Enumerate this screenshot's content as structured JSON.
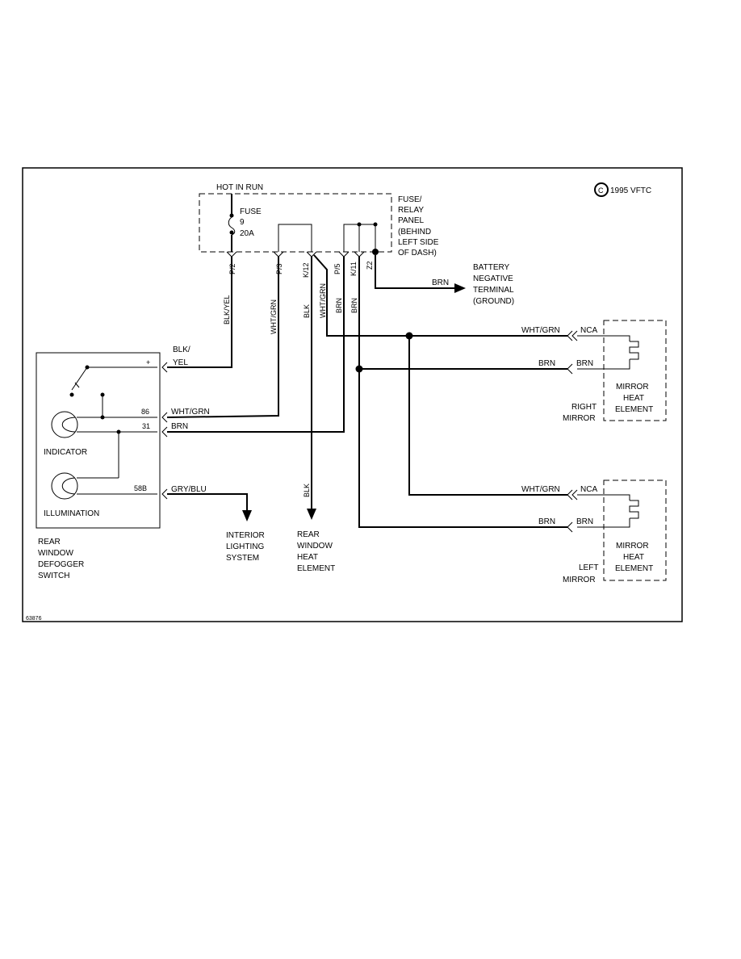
{
  "labels": {
    "hot_in_run": "HOT IN RUN",
    "fuse": "FUSE",
    "fuse_number": "9",
    "fuse_rating": "20A",
    "panel_line1": "FUSE/",
    "panel_line2": "RELAY",
    "panel_line3": "PANEL",
    "panel_line4": "(BEHIND",
    "panel_line5": "LEFT SIDE",
    "panel_line6": "OF DASH)",
    "copyright": "1995 VFTC",
    "copyright_symbol": "C",
    "battery_line1": "BATTERY",
    "battery_line2": "NEGATIVE",
    "battery_line3": "TERMINAL",
    "battery_line4": "(GROUND)",
    "indicator": "INDICATOR",
    "illumination": "ILLUMINATION",
    "switch_line1": "REAR",
    "switch_line2": "WINDOW",
    "switch_line3": "DEFOGGER",
    "switch_line4": "SWITCH",
    "interior_line1": "INTERIOR",
    "interior_line2": "LIGHTING",
    "interior_line3": "SYSTEM",
    "rear_heat_line1": "REAR",
    "rear_heat_line2": "WINDOW",
    "rear_heat_line3": "HEAT",
    "rear_heat_line4": "ELEMENT",
    "mirror_line1": "MIRROR",
    "mirror_line2": "HEAT",
    "mirror_line3": "ELEMENT",
    "right_line1": "RIGHT",
    "right_line2": "MIRROR",
    "left_line1": "LEFT",
    "left_line2": "MIRROR",
    "figure_id": "63876"
  },
  "connectors": {
    "p2": "P/2",
    "p3": "P/3",
    "k12": "K/12",
    "p5": "P/5",
    "k11": "K/11",
    "z2": "Z2"
  },
  "switch_pins": {
    "plus": "+",
    "pin86": "86",
    "pin31": "31",
    "pin58b": "58B"
  },
  "wires": {
    "blk_yel": "BLK/YEL",
    "blk_yel_a": "BLK/",
    "blk_yel_b": "YEL",
    "wht_grn": "WHT/GRN",
    "blk": "BLK",
    "brn": "BRN",
    "gry_blu": "GRY/BLU",
    "nca": "NCA"
  }
}
